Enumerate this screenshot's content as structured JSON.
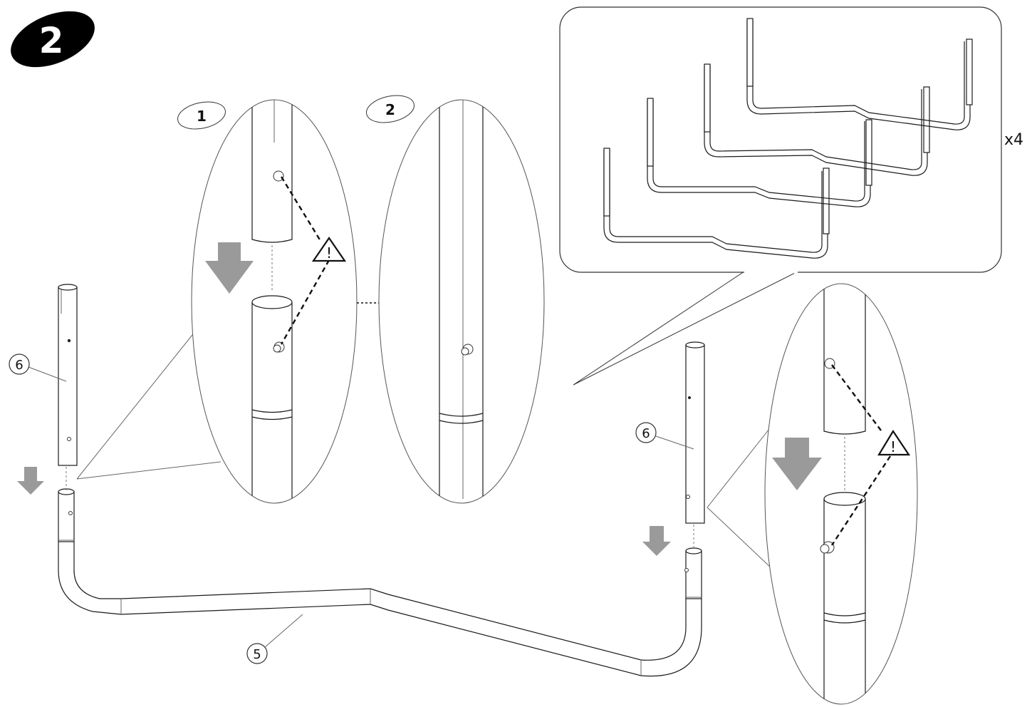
{
  "step": {
    "number": "2",
    "badge_color": "#000000"
  },
  "detail_views": [
    {
      "number": "1"
    },
    {
      "number": "2"
    }
  ],
  "overview": {
    "quantity": "x4"
  },
  "callouts": {
    "part_6_left": "6",
    "part_6_right": "6",
    "part_5": "5"
  },
  "icons": {
    "warning_1": "warning-triangle-icon",
    "warning_2": "warning-triangle-icon",
    "arrows": "down-arrow-icon"
  },
  "colors": {
    "arrow_fill": "#9a9a9a",
    "line": "#1a1a1a"
  }
}
